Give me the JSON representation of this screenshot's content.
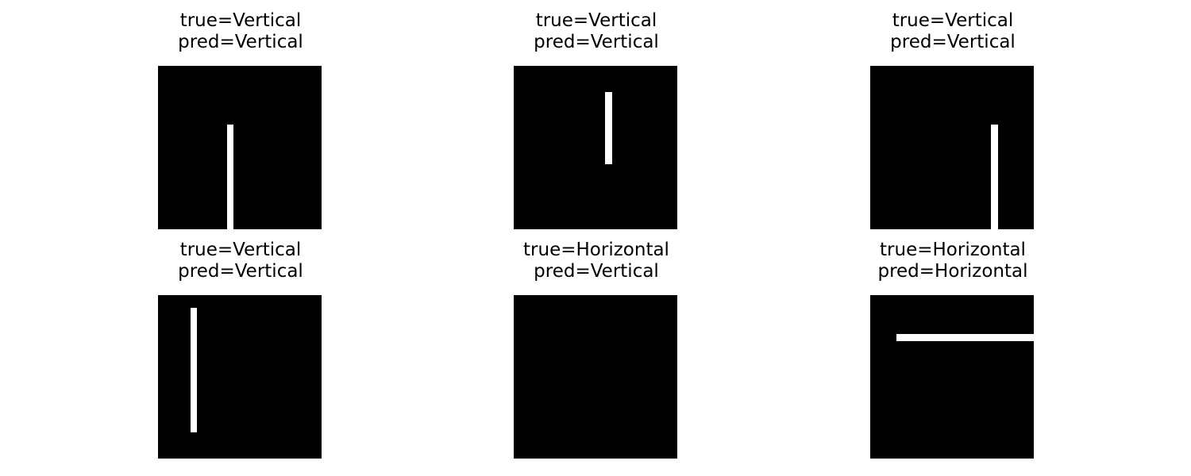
{
  "panels": [
    {
      "true_text": "true=Vertical",
      "pred_text": "pred=Vertical",
      "line": "vertical"
    },
    {
      "true_text": "true=Vertical",
      "pred_text": "pred=Vertical",
      "line": "vertical"
    },
    {
      "true_text": "true=Vertical",
      "pred_text": "pred=Vertical",
      "line": "vertical"
    },
    {
      "true_text": "true=Vertical",
      "pred_text": "pred=Vertical",
      "line": "vertical"
    },
    {
      "true_text": "true=Horizontal",
      "pred_text": "pred=Vertical",
      "line": "none"
    },
    {
      "true_text": "true=Horizontal",
      "pred_text": "pred=Horizontal",
      "line": "horizontal"
    }
  ],
  "colors": {
    "image_background": "#000000",
    "line": "#ffffff",
    "text": "#000000",
    "page_background": "#ffffff"
  }
}
